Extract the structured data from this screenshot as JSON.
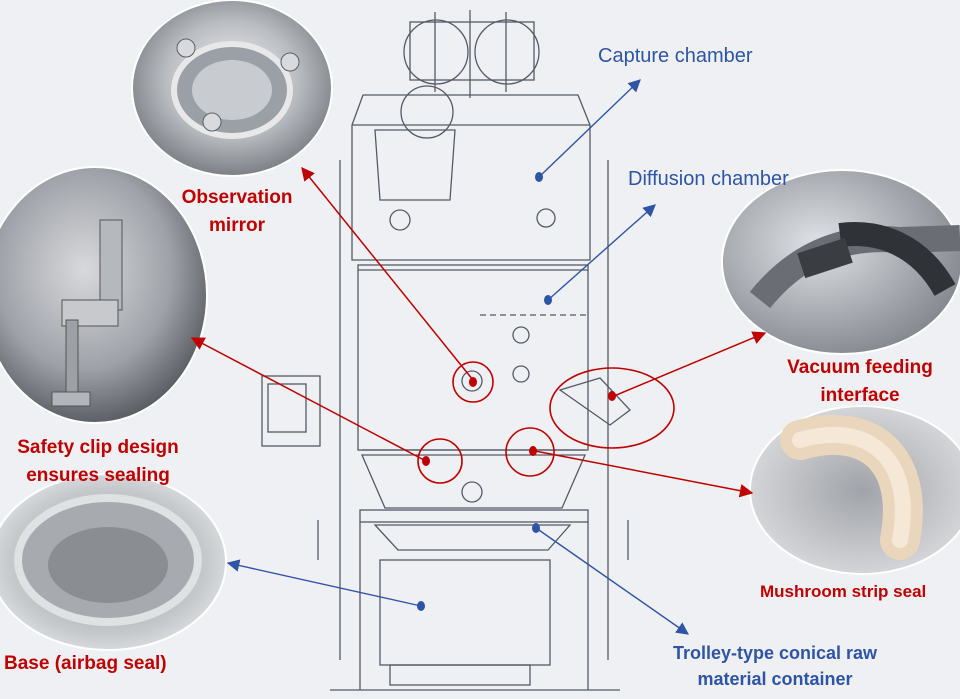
{
  "labels": {
    "observation_mirror": [
      "Observation",
      "mirror"
    ],
    "safety_clip": [
      "Safety clip design",
      "ensures sealing"
    ],
    "base": "Base (airbag seal)",
    "vacuum_feeding": [
      "Vacuum feeding",
      "interface"
    ],
    "mushroom_seal": "Mushroom strip seal",
    "capture_chamber": "Capture chamber",
    "diffusion_chamber": "Diffusion chamber",
    "trolley": [
      "Trolley-type conical raw",
      "material container"
    ]
  },
  "colors": {
    "red_callout": "#c00000",
    "blue_callout": "#2e54a6",
    "drawing_line": "#555a66",
    "background": "#eef0f3"
  }
}
